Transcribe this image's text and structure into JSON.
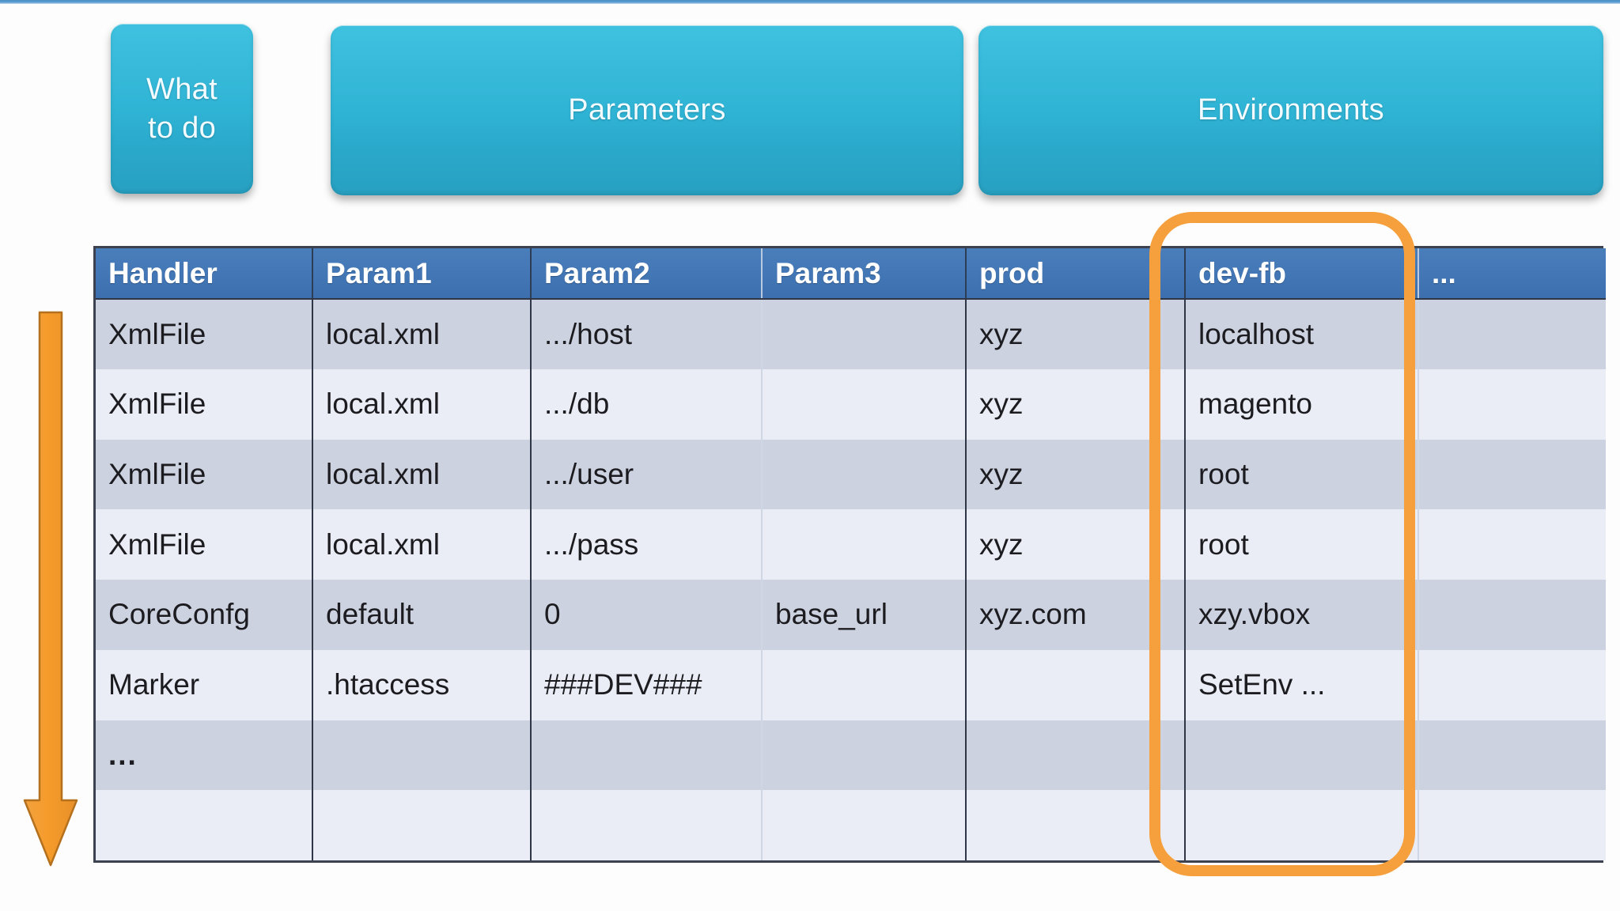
{
  "buttons": [
    {
      "id": "what-to-do",
      "label": "What\nto do"
    },
    {
      "id": "parameters",
      "label": "Parameters"
    },
    {
      "id": "environments",
      "label": "Environments"
    }
  ],
  "table": {
    "columns": [
      "Handler",
      "Param1",
      "Param2",
      "Param3",
      "prod",
      "dev-fb",
      "..."
    ],
    "rows": [
      [
        "XmlFile",
        "local.xml",
        ".../host",
        "",
        "xyz",
        "localhost",
        ""
      ],
      [
        "XmlFile",
        "local.xml",
        ".../db",
        "",
        "xyz",
        "magento",
        ""
      ],
      [
        "XmlFile",
        "local.xml",
        ".../user",
        "",
        "xyz",
        "root",
        ""
      ],
      [
        "XmlFile",
        "local.xml",
        ".../pass",
        "",
        "xyz",
        "root",
        ""
      ],
      [
        "CoreConfg",
        "default",
        "0",
        "base_url",
        "xyz.com",
        "xzy.vbox",
        ""
      ],
      [
        "Marker",
        ".htaccess",
        "###DEV###",
        "",
        "",
        "SetEnv ...",
        ""
      ],
      [
        "...",
        "",
        "",
        "",
        "",
        "",
        ""
      ],
      [
        "",
        "",
        "",
        "",
        "",
        "",
        ""
      ]
    ]
  },
  "annotations": {
    "highlight_column": "dev-fb",
    "flow_arrow_direction": "down"
  },
  "colors": {
    "button_cyan": "#2fb3d4",
    "header_blue": "#4276b5",
    "highlight_orange": "#f5a03c",
    "arrow_orange": "#f2972f",
    "row_band_a": "#ccd2e0",
    "row_band_b": "#eaedf5",
    "grid_line": "#2f3747"
  }
}
